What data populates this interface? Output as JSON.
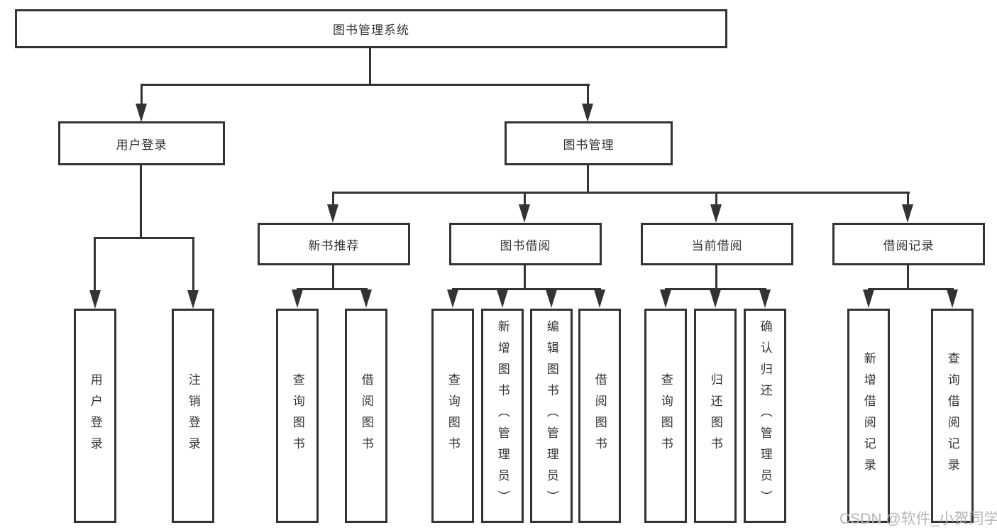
{
  "colors": {
    "line": "#333333",
    "text": "#333333",
    "background": "#ffffff",
    "watermark": "#b5b5b5"
  },
  "watermark": {
    "text": "CSDN @软件_小贺同学"
  },
  "tree": {
    "label": "图书管理系统",
    "children": [
      {
        "label": "用户登录",
        "children": [
          {
            "label": "用户登录"
          },
          {
            "label": "注销登录"
          }
        ]
      },
      {
        "label": "图书管理",
        "children": [
          {
            "label": "新书推荐",
            "children": [
              {
                "label": "查询图书"
              },
              {
                "label": "借阅图书"
              }
            ]
          },
          {
            "label": "图书借阅",
            "children": [
              {
                "label": "查询图书"
              },
              {
                "label": "新增图书（管理员）"
              },
              {
                "label": "编辑图书（管理员）"
              },
              {
                "label": "借阅图书"
              }
            ]
          },
          {
            "label": "当前借阅",
            "children": [
              {
                "label": "查询图书"
              },
              {
                "label": "归还图书"
              },
              {
                "label": "确认归还（管理员）"
              }
            ]
          },
          {
            "label": "借阅记录",
            "children": [
              {
                "label": "新增借阅记录"
              },
              {
                "label": "查询借阅记录"
              }
            ]
          }
        ]
      }
    ]
  }
}
